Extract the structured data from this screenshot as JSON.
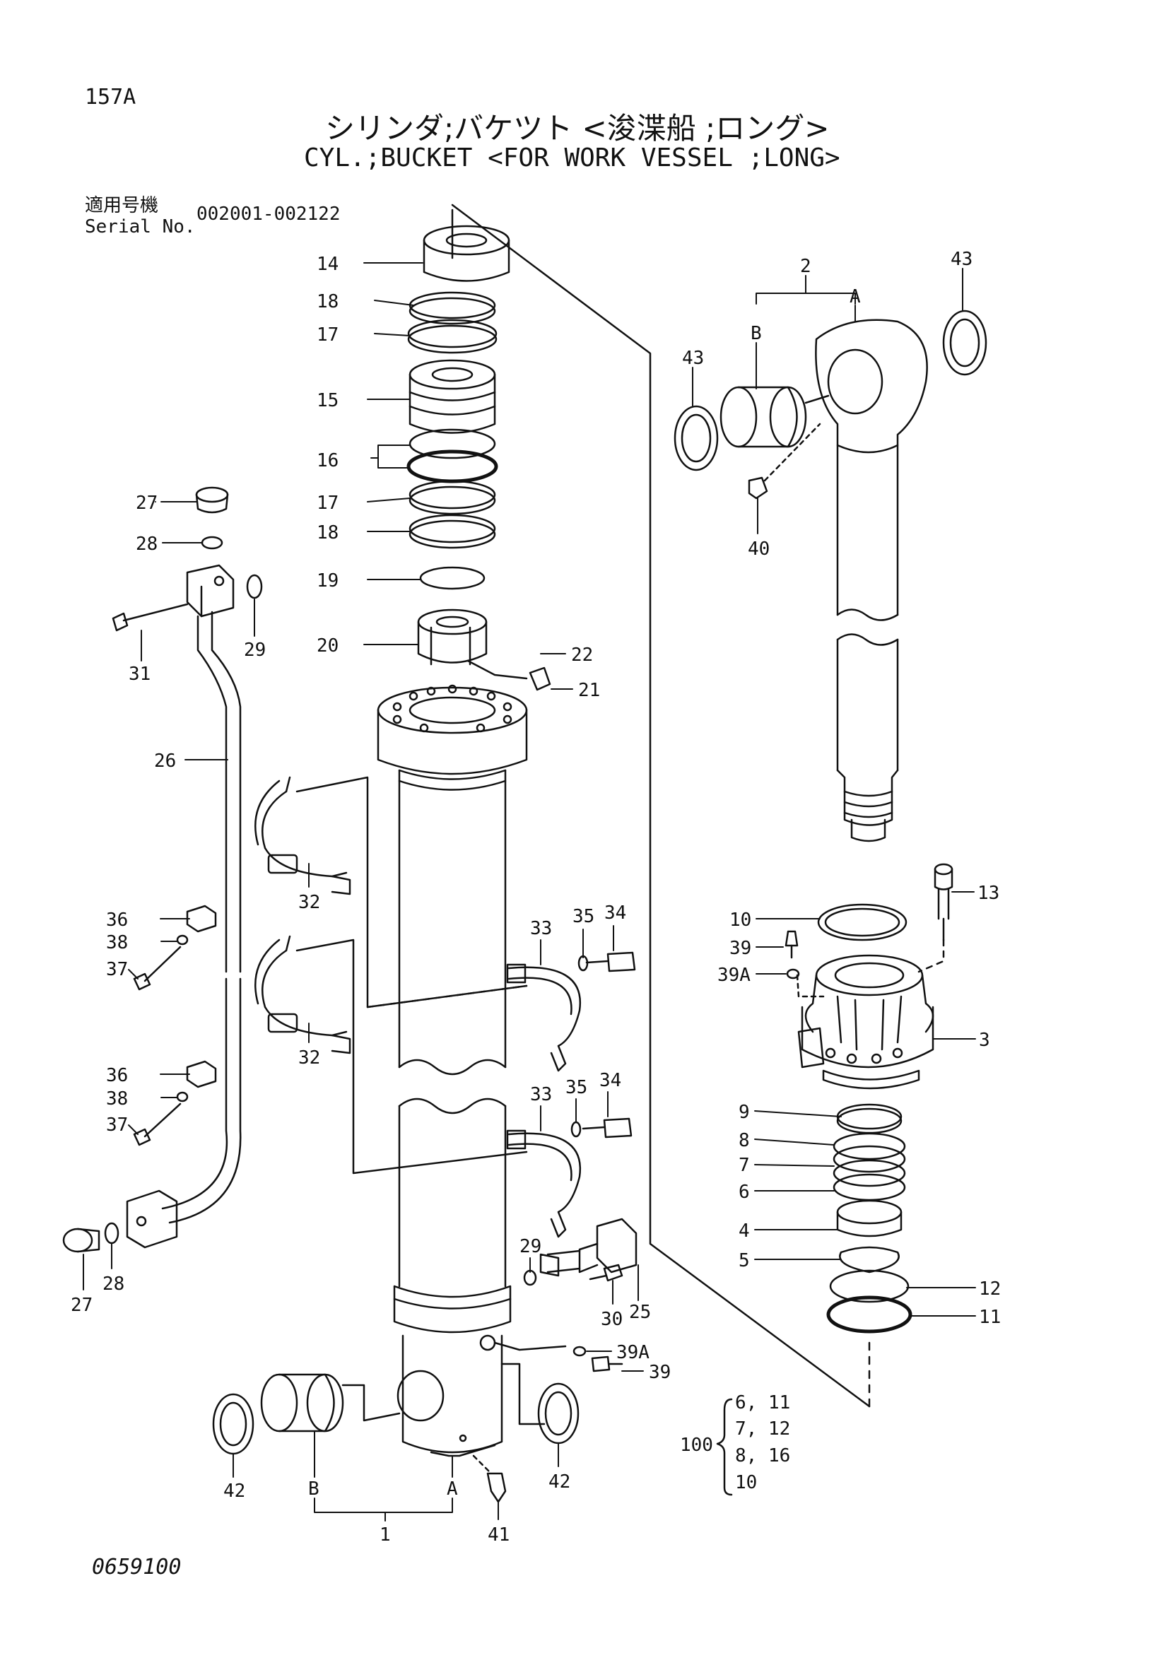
{
  "header": {
    "page_number": "157A",
    "title_jp": "シリンダ;バケツト <浚渫船 ;ロング>",
    "title_en": "CYL.;BUCKET <FOR WORK VESSEL ;LONG>",
    "serial_label_jp": "適用号機",
    "serial_label_en": "Serial No.",
    "serial_range": "002001-002122"
  },
  "footer": {
    "drawing_number": "0659100"
  },
  "callouts": {
    "c14": "14",
    "c18a": "18",
    "c17a": "17",
    "c15": "15",
    "c16": "16",
    "c17b": "17",
    "c18b": "18",
    "c19": "19",
    "c20": "20",
    "c22": "22",
    "c21": "21",
    "c27a": "27",
    "c28a": "28",
    "c29a": "29",
    "c31": "31",
    "c26": "26",
    "c32a": "32",
    "c32b": "32",
    "c36a": "36",
    "c38a": "38",
    "c37a": "37",
    "c36b": "36",
    "c38b": "38",
    "c37b": "37",
    "c33a": "33",
    "c35a": "35",
    "c34a": "34",
    "c33b": "33",
    "c35b": "35",
    "c34b": "34",
    "c27b": "27",
    "c28b": "28",
    "c29b": "29",
    "c30": "30",
    "c25": "25",
    "c39Aa": "39A",
    "c39a": "39",
    "c42a": "42",
    "c42b": "42",
    "c41": "41",
    "c1": "1",
    "cB1": "B",
    "cA1": "A",
    "c2": "2",
    "cA2": "A",
    "cB2": "B",
    "c43a": "43",
    "c43b": "43",
    "c40": "40",
    "c13": "13",
    "c10": "10",
    "c39b": "39",
    "c39Ab": "39A",
    "c3": "3",
    "c9": "9",
    "c8": "8",
    "c7": "7",
    "c6": "6",
    "c4": "4",
    "c5": "5",
    "c12": "12",
    "c11": "11"
  },
  "kit": {
    "label": "100",
    "rows": [
      "6, 11",
      "7, 12",
      "8, 16",
      "10"
    ]
  }
}
